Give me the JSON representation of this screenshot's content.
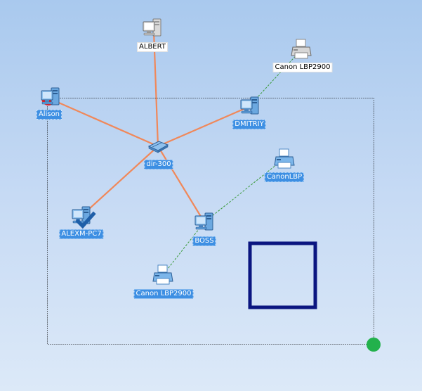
{
  "colors": {
    "wired_link": "#f0885a",
    "printer_link": "#3a9a3a",
    "selection_box": "#000000",
    "highlight_square": "#0a1580",
    "marker_red": "#ee1c1c",
    "marker_green": "#22b14c",
    "label_selected_bg": "#3d8fe3"
  },
  "nodes": {
    "albert": {
      "label": "ALBERT",
      "icon": "computer-icon"
    },
    "canon_top": {
      "label": "Canon LBP2900",
      "icon": "printer-icon"
    },
    "alison": {
      "label": "Alison",
      "icon": "computer-icon"
    },
    "dmitriy": {
      "label": "DMITRIY",
      "icon": "computer-icon"
    },
    "router": {
      "label": "dir-300",
      "icon": "router-icon"
    },
    "canonlbp": {
      "label": "CanonLBP",
      "icon": "printer-icon"
    },
    "alexm": {
      "label": "ALEXM-PC7",
      "icon": "computer-icon"
    },
    "boss": {
      "label": "BOSS",
      "icon": "computer-icon"
    },
    "canon_bottom": {
      "label": "Canon LBP2900",
      "icon": "printer-icon"
    }
  },
  "links": [
    {
      "from": "router",
      "to": "albert",
      "kind": "wired"
    },
    {
      "from": "router",
      "to": "alison",
      "kind": "wired"
    },
    {
      "from": "router",
      "to": "dmitriy",
      "kind": "wired"
    },
    {
      "from": "router",
      "to": "alexm",
      "kind": "wired"
    },
    {
      "from": "router",
      "to": "boss",
      "kind": "wired"
    },
    {
      "from": "dmitriy",
      "to": "canon_top",
      "kind": "printer"
    },
    {
      "from": "boss",
      "to": "canonlbp",
      "kind": "printer"
    },
    {
      "from": "boss",
      "to": "canon_bottom",
      "kind": "printer"
    }
  ]
}
